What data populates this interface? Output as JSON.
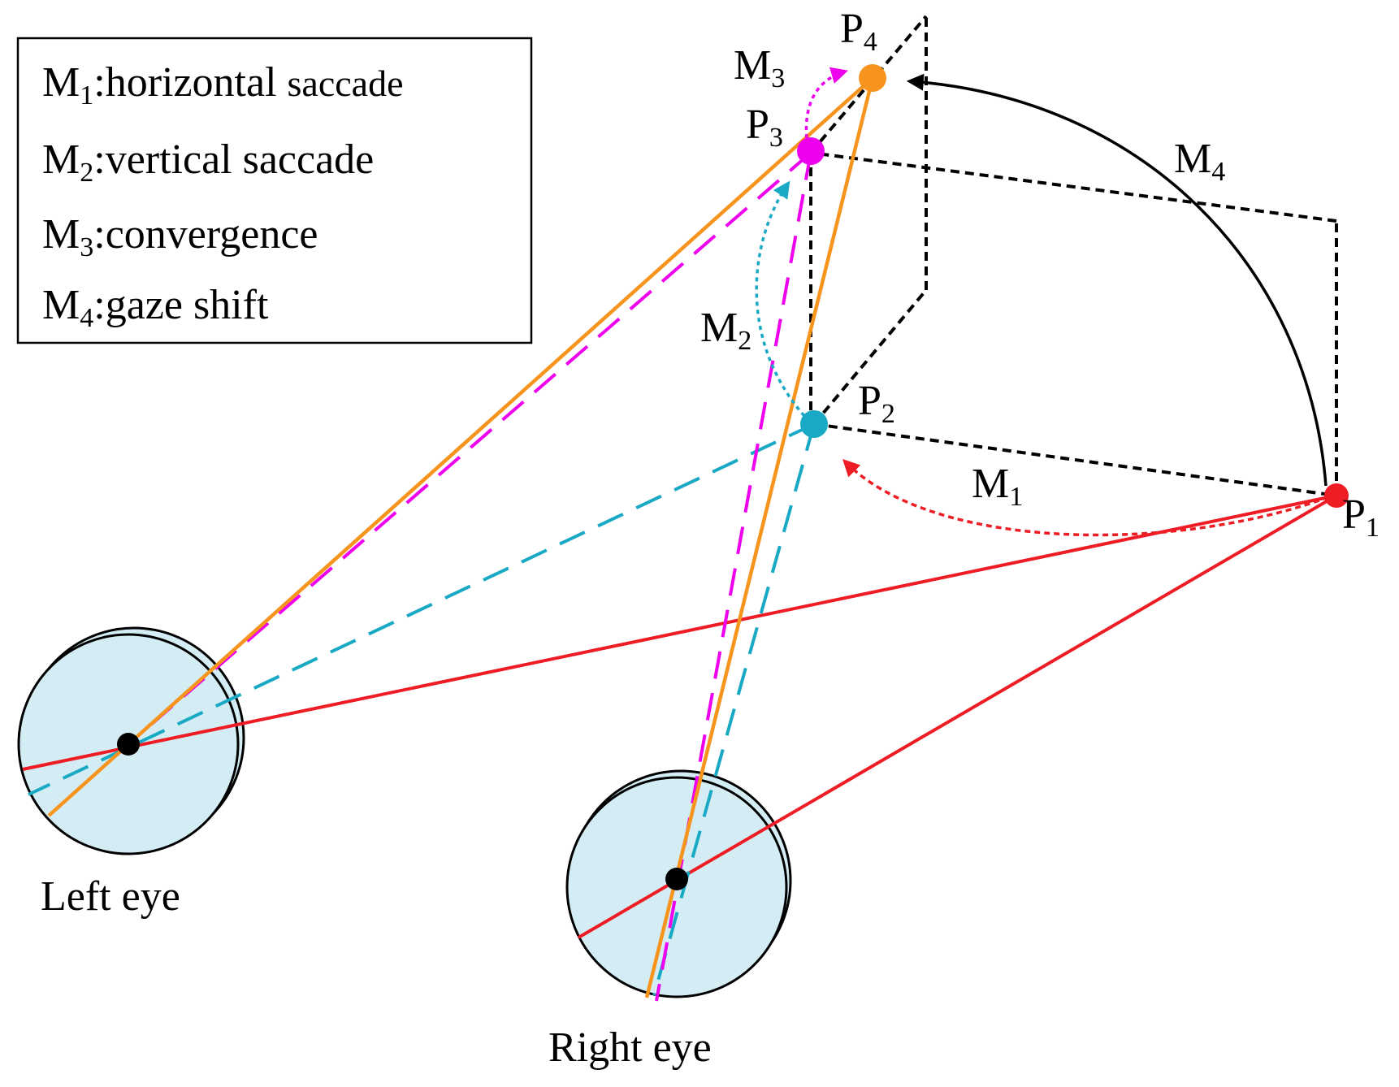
{
  "legend": {
    "items": [
      {
        "sym": "M",
        "sub": "1",
        "text": ":horizontal ",
        "text_small": "saccade"
      },
      {
        "sym": "M",
        "sub": "2",
        "text": ":vertical saccade",
        "text_small": ""
      },
      {
        "sym": "M",
        "sub": "3",
        "text": ":convergence",
        "text_small": ""
      },
      {
        "sym": "M",
        "sub": "4",
        "text": ":gaze shift",
        "text_small": ""
      }
    ]
  },
  "points": {
    "p1": {
      "sym": "P",
      "sub": "1"
    },
    "p2": {
      "sym": "P",
      "sub": "2"
    },
    "p3": {
      "sym": "P",
      "sub": "3"
    },
    "p4": {
      "sym": "P",
      "sub": "4"
    }
  },
  "movements": {
    "m1": {
      "sym": "M",
      "sub": "1"
    },
    "m2": {
      "sym": "M",
      "sub": "2"
    },
    "m3": {
      "sym": "M",
      "sub": "3"
    },
    "m4": {
      "sym": "M",
      "sub": "4"
    }
  },
  "eyes": {
    "left": "Left eye",
    "right": "Right eye"
  },
  "colors": {
    "p1": "#ee1c24",
    "p2": "#1aa9c4",
    "p3": "#ee00ee",
    "p4": "#f7941d",
    "eye_fill": "#d4edf4",
    "guide": "#000000"
  }
}
